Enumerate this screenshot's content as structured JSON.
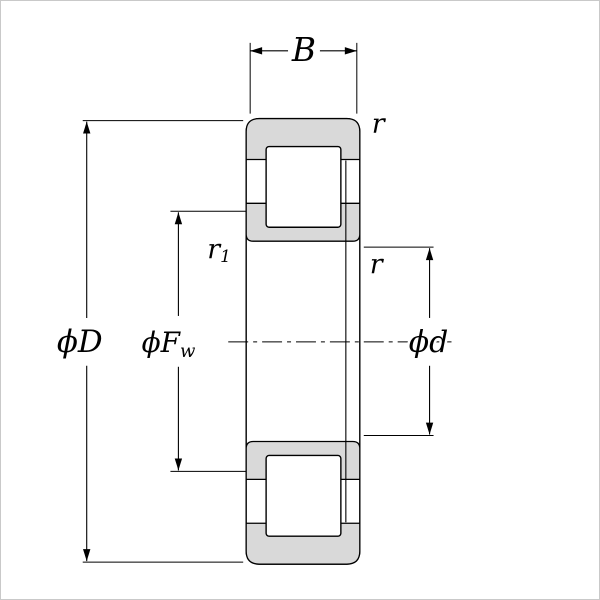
{
  "diagram": {
    "description": "Cylindrical roller bearing cross-section dimension drawing",
    "colors": {
      "background": "#ffffff",
      "outline": "#000000",
      "section_fill": "#d9d9d9",
      "frame_border": "#c9c9c9"
    }
  },
  "labels": {
    "width": "B",
    "outer_diameter": "ϕD",
    "raceway_diameter_main": "ϕF",
    "raceway_diameter_sub": "w",
    "bore_diameter": "ϕd",
    "chamfer_outer": "r",
    "chamfer_inner_right": "r",
    "chamfer_inner_left_main": "r",
    "chamfer_inner_left_sub": "1"
  }
}
